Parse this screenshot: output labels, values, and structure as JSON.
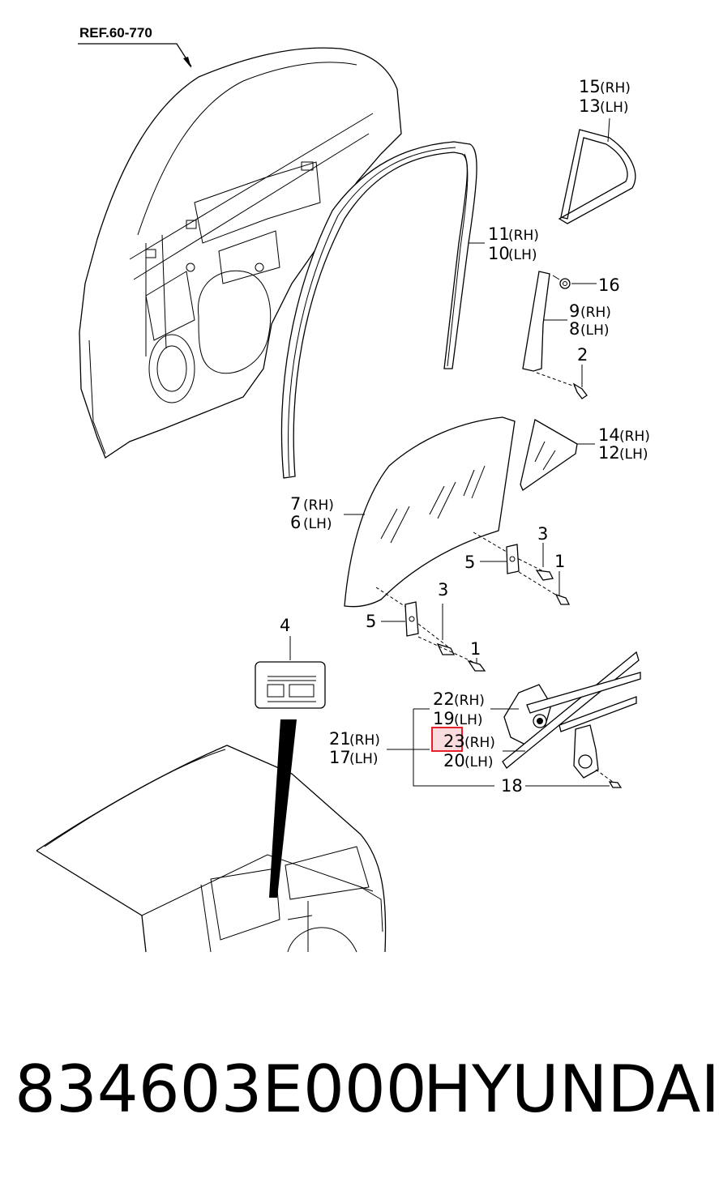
{
  "reference": "REF.60-770",
  "callouts": {
    "c15": "15",
    "c13": "13",
    "c11": "11",
    "c10": "10",
    "c16": "16",
    "c9": "9",
    "c8": "8",
    "c2": "2",
    "c14": "14",
    "c12": "12",
    "c7": "7",
    "c6": "6",
    "c3a": "3",
    "c5a": "5",
    "c1a": "1",
    "c3b": "3",
    "c5b": "5",
    "c1b": "1",
    "c4": "4",
    "c22": "22",
    "c19": "19",
    "c21": "21",
    "c17": "17",
    "c23": "23",
    "c20": "20",
    "c18": "18"
  },
  "side_labels": {
    "rh": "(RH)",
    "lh": "(LH)"
  },
  "highlight": {
    "callout": "23",
    "color": "#e8202a"
  },
  "footer": {
    "part_number": "834603E000",
    "brand": "HYUNDAI"
  }
}
